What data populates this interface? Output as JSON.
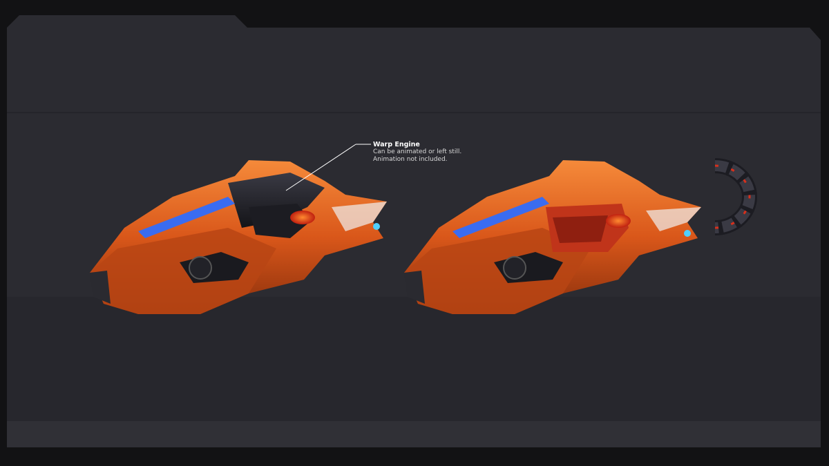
{
  "callout": {
    "title": "Warp Engine",
    "lines": [
      "Can be animated or left still.",
      "Animation not included."
    ]
  },
  "colors": {
    "background": "#121214",
    "panel": "#2a2a30",
    "panel_band": "#26262c",
    "hull_orange": "#e0621e",
    "hull_dark": "#1a1a1e",
    "accent_blue": "#3a6cf0",
    "accent_red": "#d8301c"
  }
}
